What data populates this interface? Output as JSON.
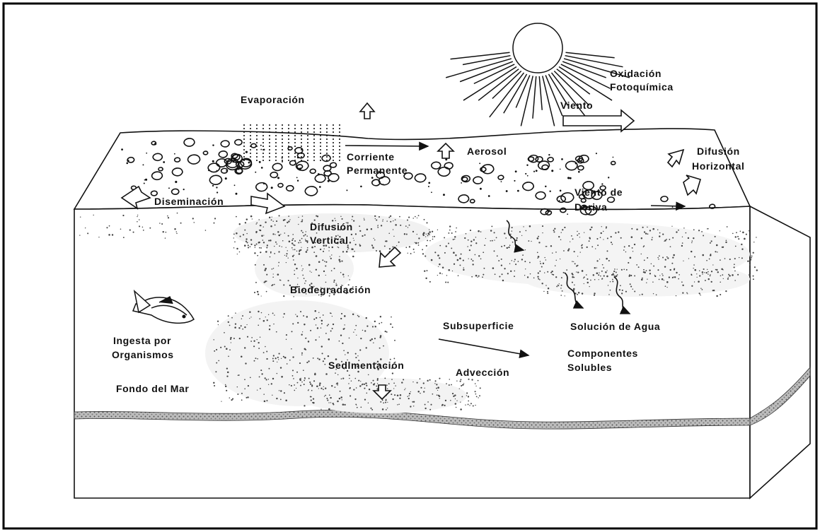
{
  "labels": {
    "oxidacion": "Oxidación",
    "fotoquimica": "Fotoquímica",
    "evaporacion": "Evaporación",
    "viento": "Viento",
    "corriente": "Corriente",
    "permanente": "Permanente",
    "aerosol": "Aerosol",
    "difusion_h": "Difusión",
    "horizontal": "Horizontal",
    "diseminacion": "Diseminación",
    "viento_de": "Viento de",
    "deriva": "Deriva",
    "difusion_v": "Difusión",
    "vertical": "Vertical",
    "biodegradacion": "Biodegradación",
    "ingesta": "Ingesta por",
    "organismos": "Organismos",
    "subsuperficie": "Subsuperficie",
    "solucion": "Solución de Agua",
    "componentes": "Componentes",
    "solubles": "Solubles",
    "sedimentacion": "Sedimentación",
    "adveccion": "Advección",
    "fondo": "Fondo del Mar"
  },
  "colors": {
    "ink": "#111111",
    "sediment": "#8a8a8a",
    "paper": "#ffffff"
  }
}
